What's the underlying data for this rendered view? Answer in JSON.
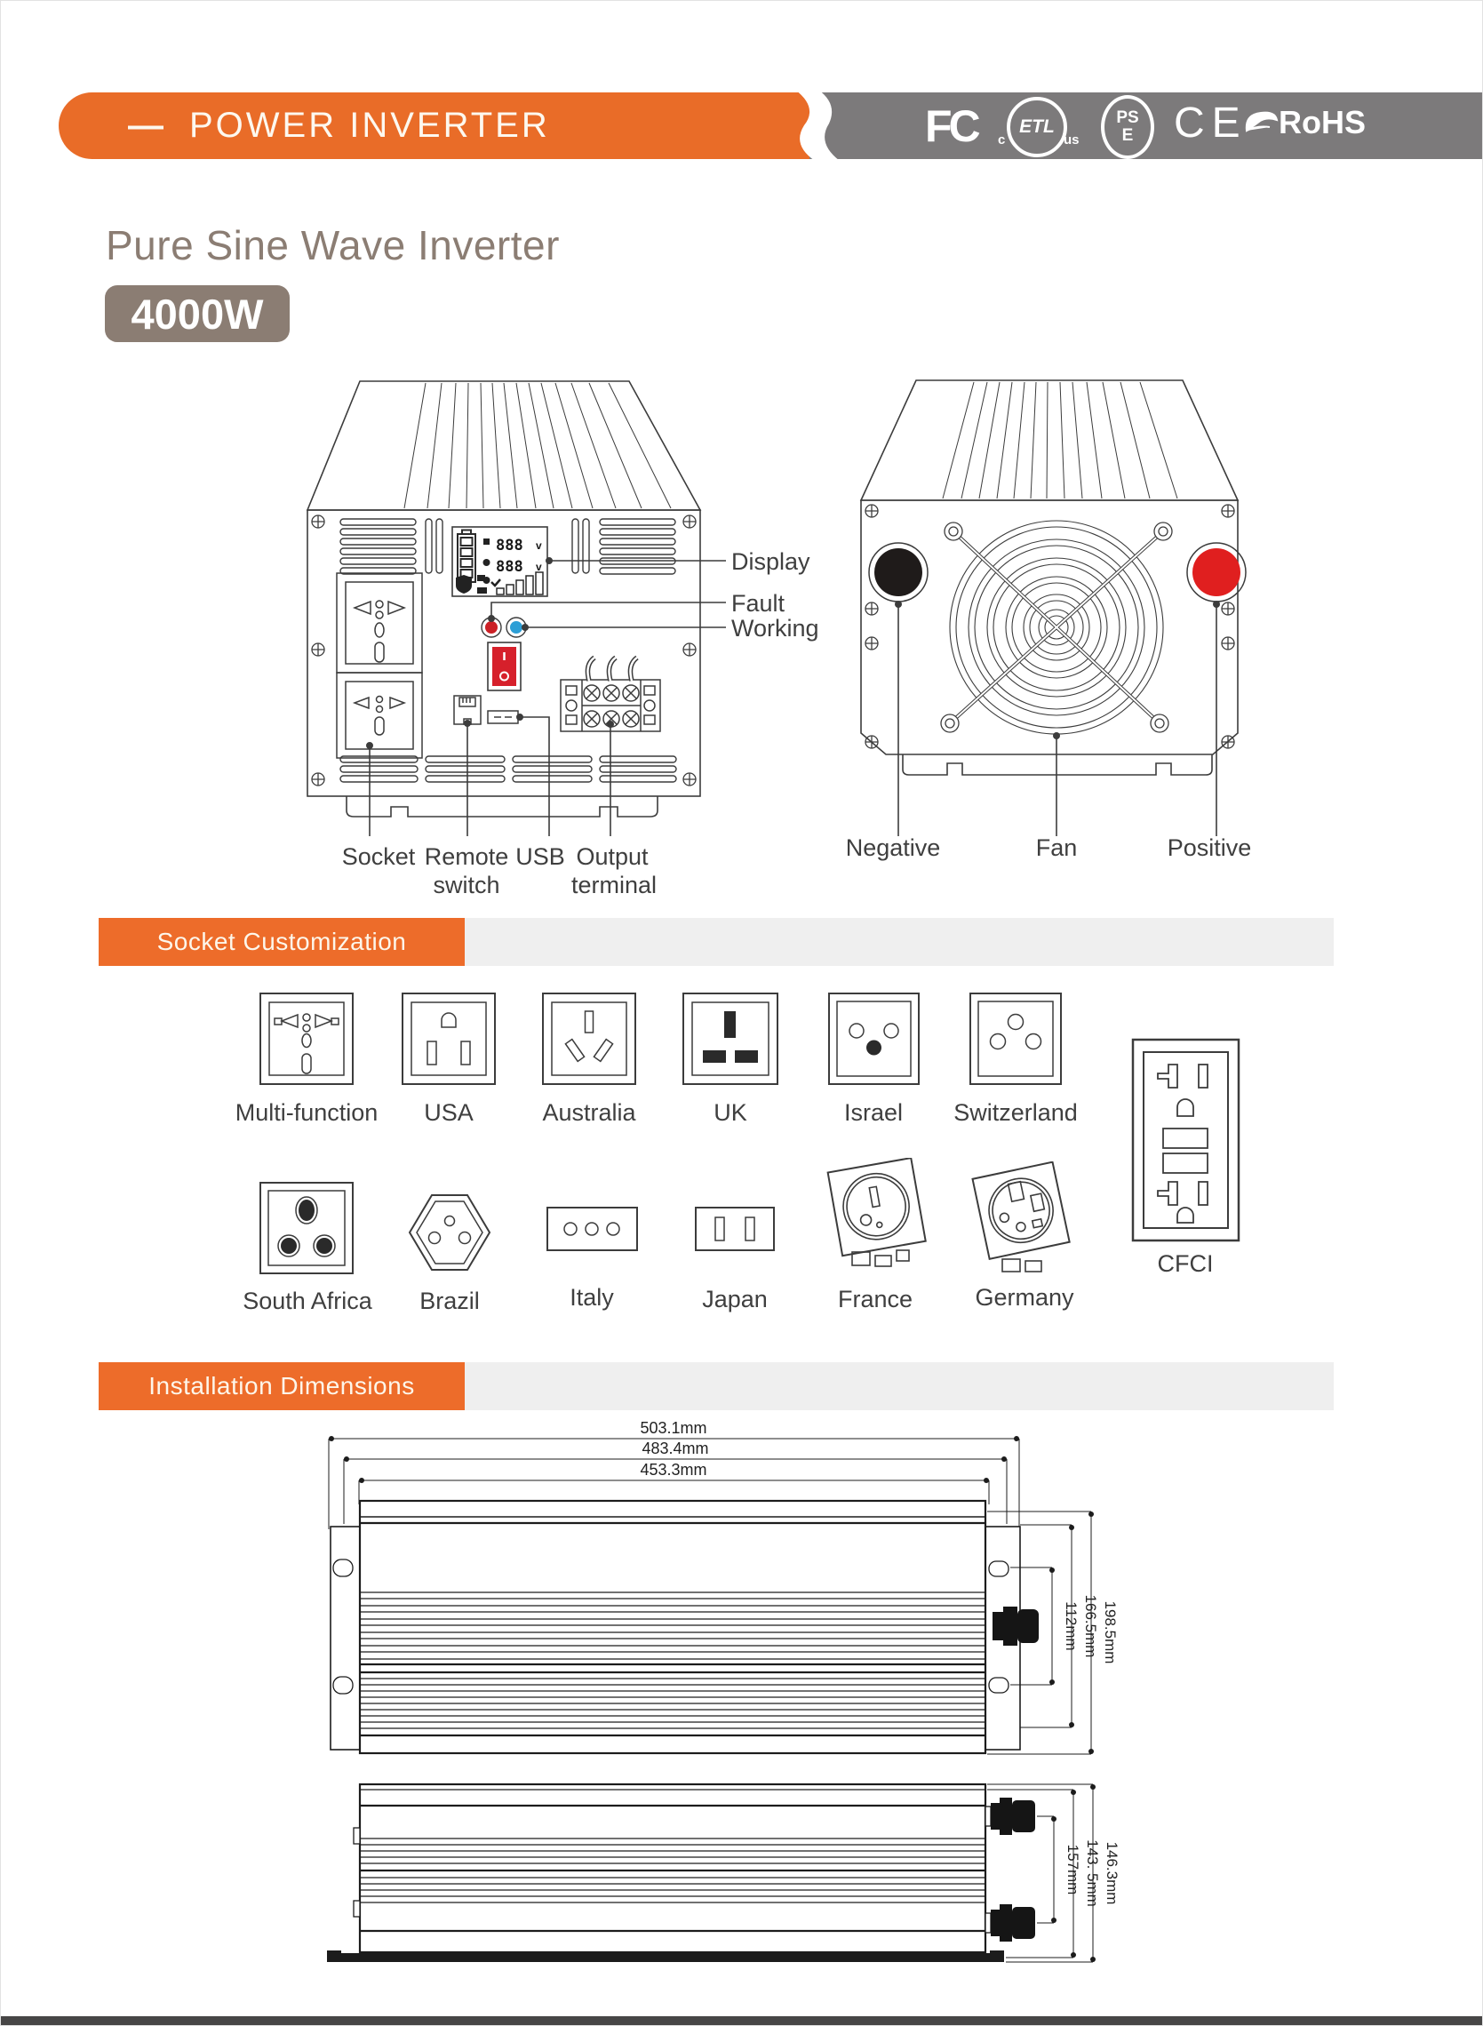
{
  "header": {
    "dash": "—",
    "brand": "POWER INVERTER",
    "certs": {
      "fcc": "FC",
      "etl": "ETL",
      "etl_c": "c",
      "etl_us": "us",
      "pse_top": "PS",
      "pse_bot": "E",
      "ce": "CE",
      "rohs": "RoHS"
    }
  },
  "hero": {
    "title": "Pure Sine Wave Inverter",
    "badge": "4000W"
  },
  "front_view": {
    "lcd_digits": "888",
    "lcd_unit": "v",
    "labels": {
      "display": "Display",
      "fault": "Fault",
      "working": "Working",
      "socket": "Socket",
      "remote_1": "Remote",
      "remote_2": "switch",
      "usb": "USB",
      "output_1": "Output",
      "output_2": "terminal"
    }
  },
  "rear_view": {
    "labels": {
      "negative": "Negative",
      "fan": "Fan",
      "positive": "Positive"
    }
  },
  "sockets": {
    "heading": "Socket Customization",
    "row1": [
      "Multi-function",
      "USA",
      "Australia",
      "UK",
      "Israel",
      "Switzerland"
    ],
    "row2": [
      "South Africa",
      "Brazil",
      "Italy",
      "Japan",
      "France",
      "Germany"
    ],
    "cfci": "CFCI"
  },
  "dims": {
    "heading": "Installation Dimensions",
    "top_width": [
      "503.1mm",
      "483.4mm",
      "453.3mm"
    ],
    "top_height": [
      "198.5mm",
      "166.5mm",
      "112mm"
    ],
    "side_height": [
      "146.3mm",
      "143. 5mm",
      "157mm"
    ]
  },
  "colors": {
    "accent_orange": "#e96c28",
    "band_gray": "#7c7a7b",
    "light_gray": "#efefef",
    "taupe": "#8b7d73",
    "fault_red": "#cb2026",
    "working_blue": "#2d9fd6",
    "switch_red": "#d6202b",
    "positive_red": "#e01f1f",
    "negative_black": "#1f1b1a"
  }
}
